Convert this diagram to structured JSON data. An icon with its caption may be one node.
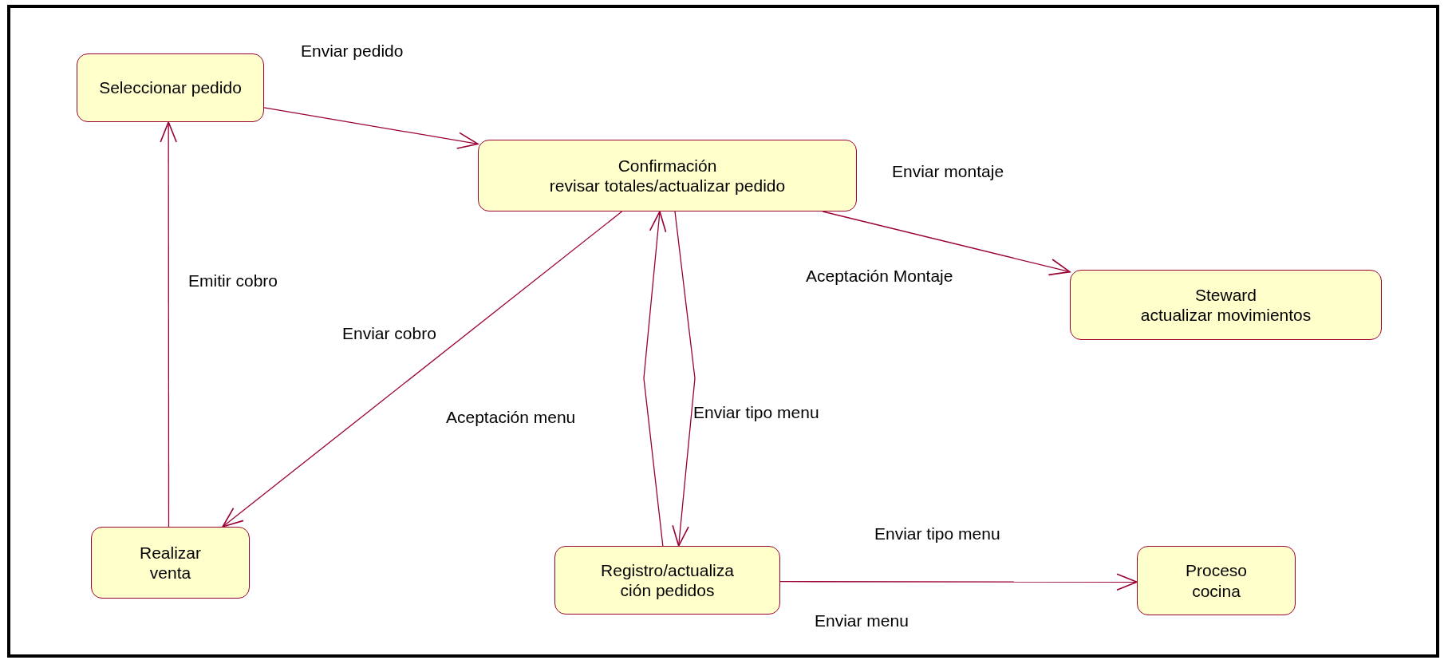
{
  "diagram": {
    "nodes": [
      {
        "text": [
          "Seleccionar pedido"
        ]
      },
      {
        "text": [
          "Confirmación",
          "revisar totales/actualizar pedido"
        ]
      },
      {
        "text": [
          "Steward",
          "actualizar movimientos"
        ]
      },
      {
        "text": [
          "Realizar venta"
        ]
      },
      {
        "text": [
          "Registro/actualiza ción pedidos"
        ]
      },
      {
        "text": [
          "Proceso cocina"
        ]
      }
    ],
    "edges": [
      {
        "from": 0,
        "to": 1,
        "arrow": "to",
        "label": "Enviar pedido"
      },
      {
        "from": 1,
        "to": 2,
        "arrow": "to",
        "label": "Enviar montaje"
      },
      {
        "from": 1,
        "to": 3,
        "arrow": "to",
        "label": "Enviar cobro"
      },
      {
        "from": 3,
        "to": 0,
        "arrow": "to",
        "label": "Emitir cobro"
      },
      {
        "from": 4,
        "to": 1,
        "arrow": "to",
        "label": "Aceptación menu"
      },
      {
        "from": 1,
        "to": 4,
        "arrow": "to",
        "label": "Enviar tipo menu"
      },
      {
        "from": 4,
        "to": 5,
        "arrow": "to",
        "label": "Enviar tipo menu"
      }
    ],
    "labels": [
      "Aceptación Montaje",
      "Enviar menu"
    ]
  }
}
